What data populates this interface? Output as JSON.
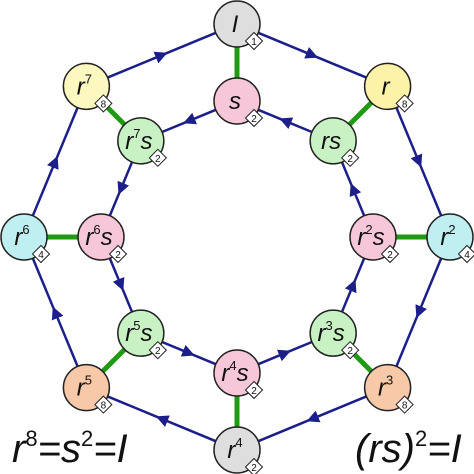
{
  "colors": {
    "arrow": "#1c1f8a",
    "link": "#1f9a12",
    "identity": "#dedede",
    "order2_reflection": "#f6c6d9",
    "order2_rs": "#c9f2c4",
    "order4": "#bfeff0",
    "order8_pale": "#fdf8bf",
    "order8_orange": "#f7c9a8",
    "order8_yellow": "#fdf3a8",
    "stroke": "#222222"
  },
  "nodes": [
    {
      "id": "I",
      "base": "I",
      "sup": "",
      "tail": "",
      "order": "1",
      "color": "identity"
    },
    {
      "id": "r",
      "base": "r",
      "sup": "",
      "tail": "",
      "order": "8",
      "color": "order8_yellow"
    },
    {
      "id": "r2",
      "base": "r",
      "sup": "2",
      "tail": "",
      "order": "4",
      "color": "order4"
    },
    {
      "id": "r3",
      "base": "r",
      "sup": "3",
      "tail": "",
      "order": "8",
      "color": "order8_orange"
    },
    {
      "id": "r4",
      "base": "r",
      "sup": "4",
      "tail": "",
      "order": "2",
      "color": "identity"
    },
    {
      "id": "r5",
      "base": "r",
      "sup": "5",
      "tail": "",
      "order": "8",
      "color": "order8_orange"
    },
    {
      "id": "r6",
      "base": "r",
      "sup": "6",
      "tail": "",
      "order": "4",
      "color": "order4"
    },
    {
      "id": "r7",
      "base": "r",
      "sup": "7",
      "tail": "",
      "order": "8",
      "color": "order8_pale"
    },
    {
      "id": "s",
      "base": "s",
      "sup": "",
      "tail": "",
      "order": "2",
      "color": "order2_reflection"
    },
    {
      "id": "rs",
      "base": "r",
      "sup": "",
      "tail": "s",
      "order": "2",
      "color": "order2_rs"
    },
    {
      "id": "r2s",
      "base": "r",
      "sup": "2",
      "tail": "s",
      "order": "2",
      "color": "order2_reflection"
    },
    {
      "id": "r3s",
      "base": "r",
      "sup": "3",
      "tail": "s",
      "order": "2",
      "color": "order2_rs"
    },
    {
      "id": "r4s",
      "base": "r",
      "sup": "4",
      "tail": "s",
      "order": "2",
      "color": "order2_reflection"
    },
    {
      "id": "r5s",
      "base": "r",
      "sup": "5",
      "tail": "s",
      "order": "2",
      "color": "order2_rs"
    },
    {
      "id": "r6s",
      "base": "r",
      "sup": "6",
      "tail": "s",
      "order": "2",
      "color": "order2_reflection"
    },
    {
      "id": "r7s",
      "base": "r",
      "sup": "7",
      "tail": "s",
      "order": "2",
      "color": "order2_rs"
    }
  ],
  "arrows": [
    [
      "I",
      "r"
    ],
    [
      "r",
      "r2"
    ],
    [
      "r2",
      "r3"
    ],
    [
      "r3",
      "r4"
    ],
    [
      "r4",
      "r5"
    ],
    [
      "r5",
      "r6"
    ],
    [
      "r6",
      "r7"
    ],
    [
      "r7",
      "I"
    ],
    [
      "s",
      "r7s"
    ],
    [
      "r7s",
      "r6s"
    ],
    [
      "r6s",
      "r5s"
    ],
    [
      "r5s",
      "r4s"
    ],
    [
      "r4s",
      "r3s"
    ],
    [
      "r3s",
      "r2s"
    ],
    [
      "r2s",
      "rs"
    ],
    [
      "rs",
      "s"
    ]
  ],
  "links": [
    [
      "I",
      "s"
    ],
    [
      "r",
      "rs"
    ],
    [
      "r2",
      "r2s"
    ],
    [
      "r3",
      "r3s"
    ],
    [
      "r4",
      "r4s"
    ],
    [
      "r5",
      "r5s"
    ],
    [
      "r6",
      "r6s"
    ],
    [
      "r7",
      "r7s"
    ]
  ],
  "relations": {
    "left": {
      "base": "r",
      "exp": "8",
      "rest": "=s",
      "exp2": "2",
      "tail": "=I"
    },
    "right": {
      "base": "(rs)",
      "exp": "2",
      "tail": "=I"
    }
  }
}
